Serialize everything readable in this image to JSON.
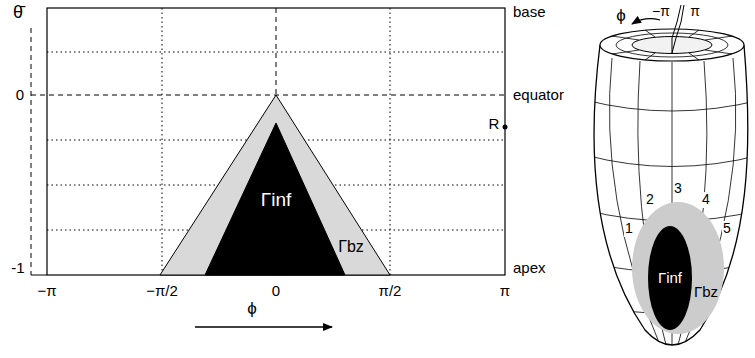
{
  "diagram": {
    "nodes": [
      {
        "text": [
          "Γbz"
        ]
      },
      {
        "text": [
          "Γinf"
        ],
        "in": 0
      },
      {
        "text": [
          "Γbz"
        ]
      },
      {
        "text": [
          "Γinf"
        ],
        "in": 2
      }
    ],
    "labels": [
      "θ̄",
      "0",
      "-1",
      "base",
      "equator",
      "apex",
      "R",
      "−π",
      "−π/2",
      "0",
      "π/2",
      "π",
      "ϕ",
      "ϕ",
      "−π",
      "π",
      "1",
      "2",
      "3",
      "4",
      "5"
    ]
  }
}
